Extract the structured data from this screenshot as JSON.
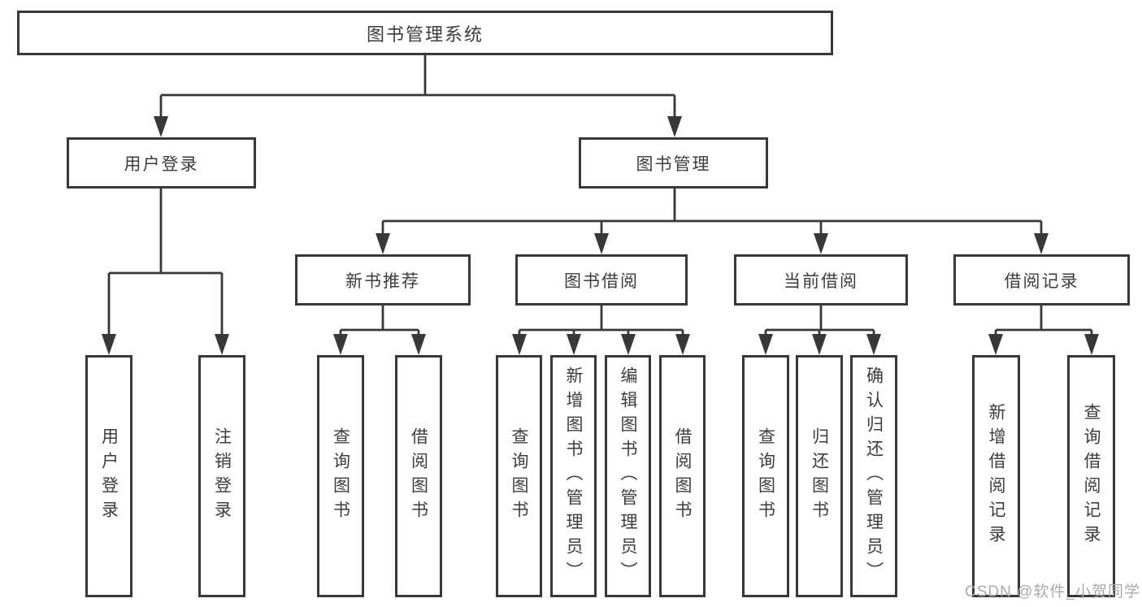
{
  "diagram": {
    "root": {
      "label": "图书管理系统"
    },
    "children": [
      {
        "label": "用户登录",
        "children": [
          "用户登录",
          "注销登录"
        ]
      },
      {
        "label": "图书管理",
        "children": [
          {
            "label": "新书推荐",
            "children": [
              "查询图书",
              "借阅图书"
            ]
          },
          {
            "label": "图书借阅",
            "children": [
              "查询图书",
              "新增图书（管理员）",
              "编辑图书（管理员）",
              "借阅图书"
            ]
          },
          {
            "label": "当前借阅",
            "children": [
              "查询图书",
              "归还图书",
              "确认归还（管理员）"
            ]
          },
          {
            "label": "借阅记录",
            "children": [
              "新增借阅记录",
              "查询借阅记录"
            ]
          }
        ]
      }
    ]
  },
  "colors": {
    "line": "#383838",
    "border": "#383838",
    "text": "#3c3c3c",
    "watermark": "#a9a9a9",
    "background": "#ffffff"
  },
  "watermark": {
    "text": "CSDN @软件_小贺同学"
  }
}
